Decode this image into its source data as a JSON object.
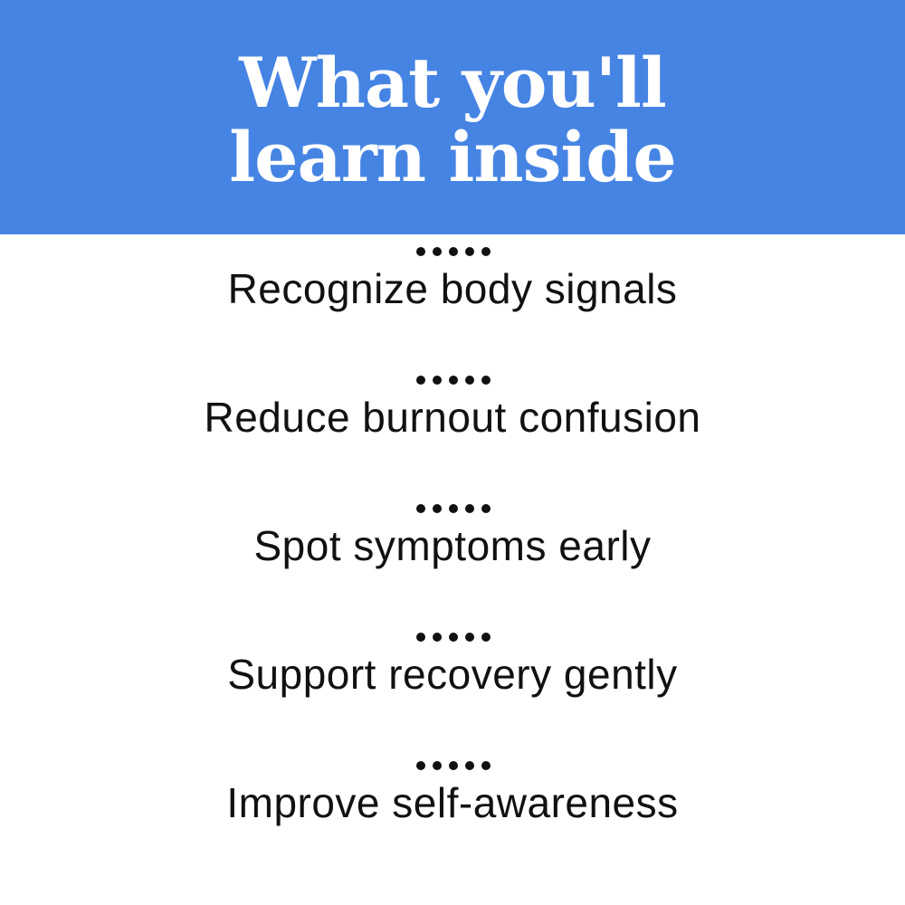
{
  "header": {
    "title_line_1": "What you'll",
    "title_line_2": "learn inside",
    "background_color": "#4684e4",
    "text_color": "#ffffff"
  },
  "items": [
    {
      "label": "Recognize body signals"
    },
    {
      "label": "Reduce burnout confusion"
    },
    {
      "label": "Spot symptoms early"
    },
    {
      "label": "Support recovery gently"
    },
    {
      "label": "Improve self-awareness"
    }
  ],
  "separator_icon": "five-dots-icon",
  "text_color": "#111111"
}
